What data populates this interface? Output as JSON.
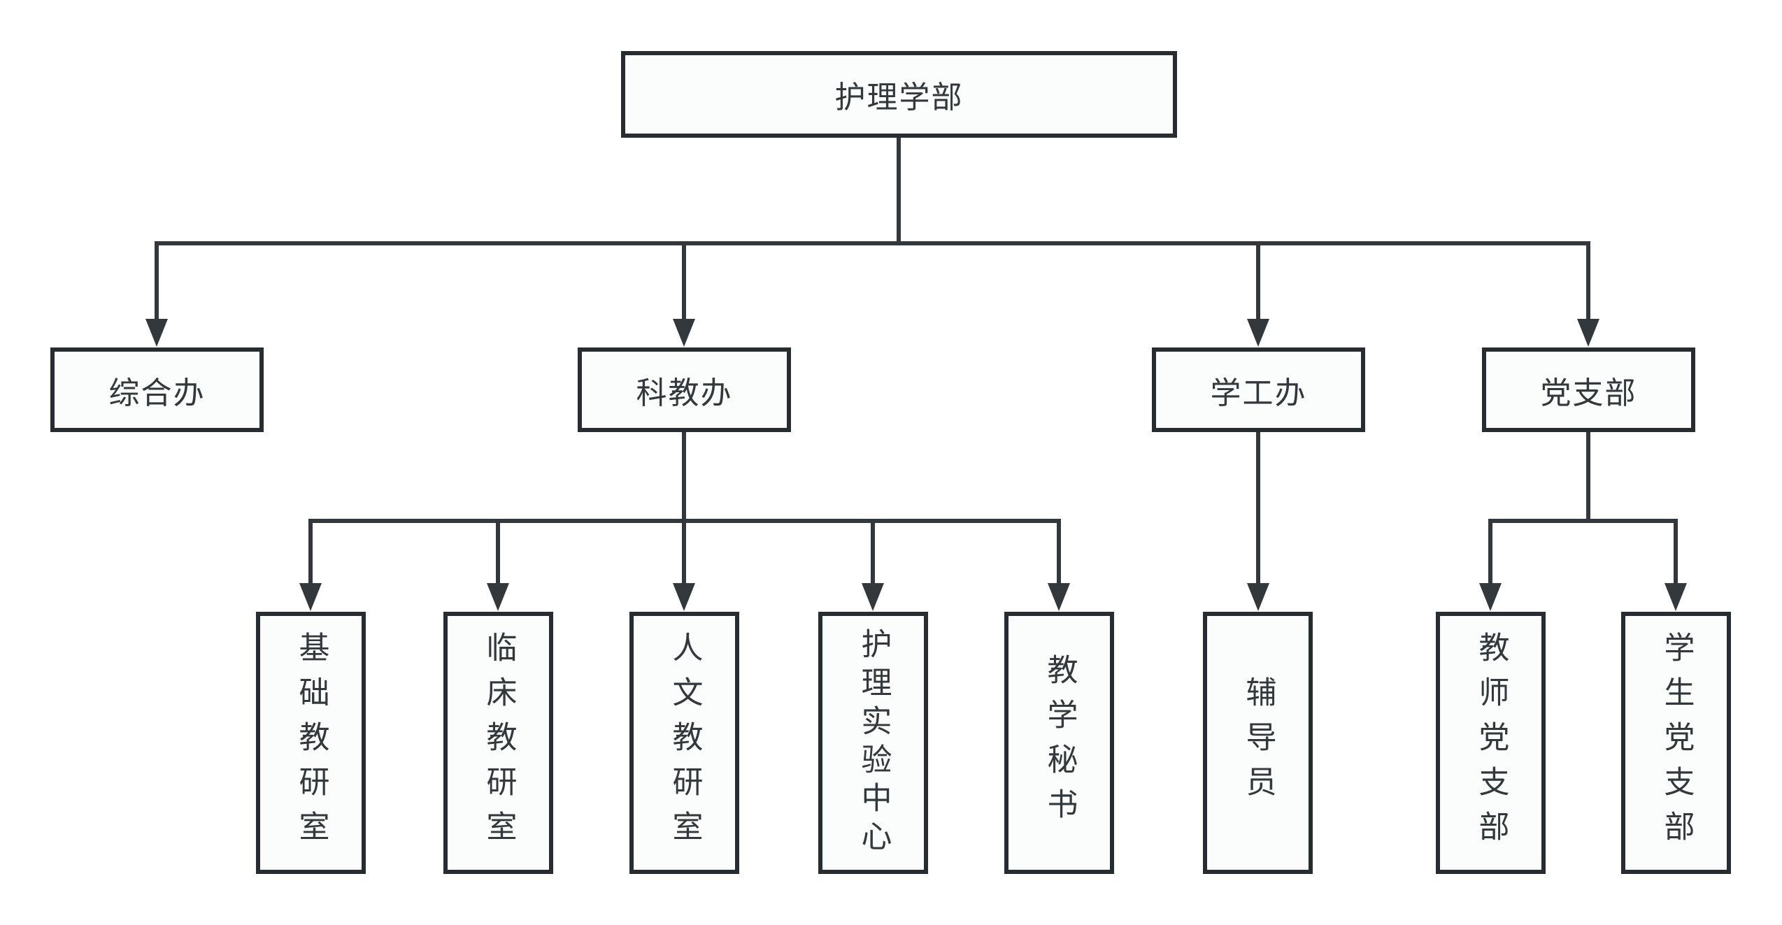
{
  "colors": {
    "background": "#ffffff",
    "fill": "#fbfdfd",
    "border": "#272c30",
    "ink": "#33383c",
    "line": "#33383c"
  },
  "tree": {
    "root": {
      "label": "护理学部"
    },
    "branches": [
      {
        "label": "综合办",
        "children": []
      },
      {
        "label": "科教办",
        "children": [
          {
            "label": "基础教研室"
          },
          {
            "label": "临床教研室"
          },
          {
            "label": "人文教研室"
          },
          {
            "label": "护理实验中心"
          },
          {
            "label": "教学秘书"
          }
        ]
      },
      {
        "label": "学工办",
        "children": [
          {
            "label": "辅导员"
          }
        ]
      },
      {
        "label": "党支部",
        "children": [
          {
            "label": "教师党支部"
          },
          {
            "label": "学生党支部"
          }
        ]
      }
    ]
  }
}
